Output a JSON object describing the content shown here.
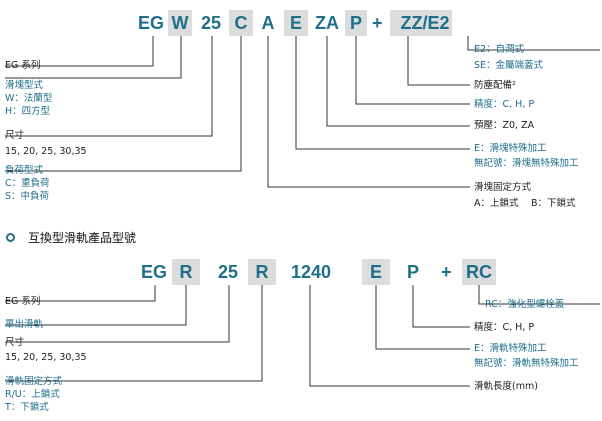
{
  "top": {
    "codes": [
      "EG",
      "W",
      "25",
      "C",
      "A",
      "E",
      "ZA",
      "P",
      "ZZ/E2"
    ],
    "plus": "+",
    "left_labels": [
      {
        "lines": [
          "EG 系列"
        ],
        "colors": [
          "#222"
        ]
      },
      {
        "lines": [
          "滑塊型式",
          "W：法蘭型",
          "H：四方型"
        ],
        "colors": [
          "#1f6f8b",
          "#1f6f8b",
          "#1f6f8b"
        ]
      },
      {
        "lines": [
          "尺寸",
          "15, 20, 25, 30,35"
        ],
        "colors": [
          "#222",
          "#222"
        ]
      },
      {
        "lines": [
          "負荷型式",
          "C：重負荷",
          "S：中負荷"
        ],
        "colors": [
          "#1f6f8b",
          "#1f6f8b",
          "#1f6f8b"
        ]
      }
    ],
    "right_labels": [
      {
        "lines": [
          "E2：自潤式",
          "SE：金屬端蓋式"
        ],
        "colors": [
          "#1f6f8b",
          "#1f6f8b"
        ]
      },
      {
        "lines": [
          "防塵配備²"
        ],
        "colors": [
          "#222"
        ]
      },
      {
        "lines": [
          "精度：C, H, P"
        ],
        "colors": [
          "#1f6f8b"
        ]
      },
      {
        "lines": [
          "預壓：Z0, ZA"
        ],
        "colors": [
          "#222"
        ]
      },
      {
        "lines": [
          "E：滑塊特殊加工",
          "無記號：滑塊無特殊加工"
        ],
        "colors": [
          "#1f6f8b",
          "#1f6f8b"
        ]
      },
      {
        "lines": [
          "滑塊固定方式",
          "A：上鎖式　 B：下鎖式"
        ],
        "colors": [
          "#222",
          "#222"
        ]
      }
    ]
  },
  "section_title": "互換型滑軌產品型號",
  "bottom": {
    "codes": [
      "EG",
      "R",
      "25",
      "R",
      "1240",
      "E",
      "P",
      "RC"
    ],
    "plus": "+",
    "left_labels": [
      {
        "lines": [
          "EG 系列"
        ],
        "colors": [
          "#222"
        ]
      },
      {
        "lines": [
          "單出滑軌"
        ],
        "colors": [
          "#1f6f8b"
        ]
      },
      {
        "lines": [
          "尺寸",
          "15, 20, 25, 30,35"
        ],
        "colors": [
          "#222",
          "#222"
        ]
      },
      {
        "lines": [
          "滑軌固定方式",
          "R/U：上鎖式",
          "T：下鎖式"
        ],
        "colors": [
          "#1f6f8b",
          "#1f6f8b",
          "#1f6f8b"
        ]
      }
    ],
    "right_labels": [
      {
        "lines": [
          "RC：強化型螺栓蓋"
        ],
        "colors": [
          "#1f6f8b"
        ]
      },
      {
        "lines": [
          "精度：C, H, P"
        ],
        "colors": [
          "#222"
        ]
      },
      {
        "lines": [
          "E：滑軌特殊加工",
          "無記號：滑軌無特殊加工"
        ],
        "colors": [
          "#1f6f8b",
          "#1f6f8b"
        ]
      },
      {
        "lines": [
          "滑軌長度(mm)"
        ],
        "colors": [
          "#222"
        ]
      }
    ]
  }
}
